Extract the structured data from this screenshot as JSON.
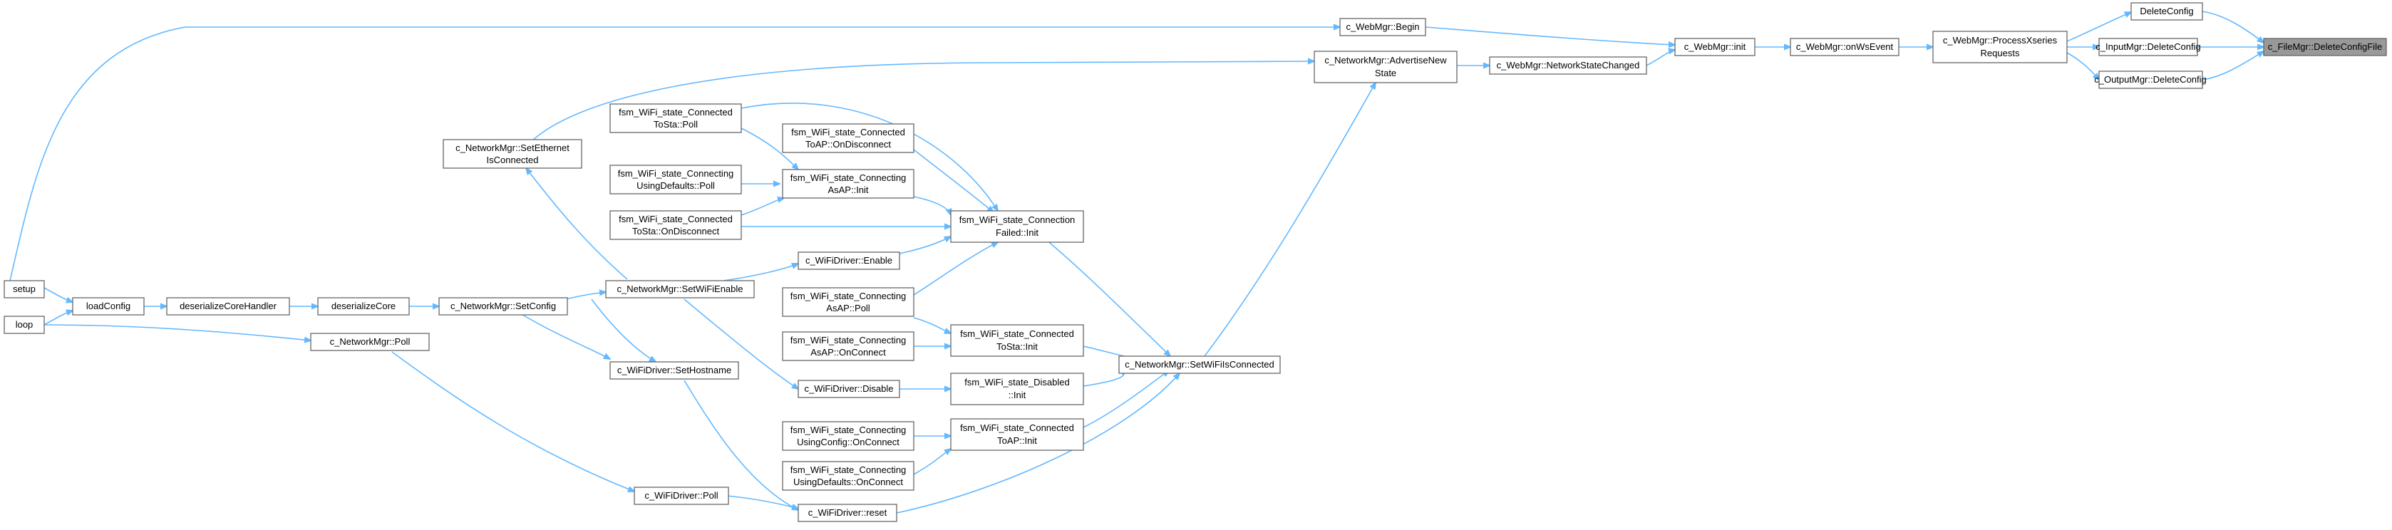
{
  "colors": {
    "edge": "#63b8ff",
    "node_fill": "#ffffff",
    "node_border": "#666666",
    "root_fill": "#999999"
  },
  "nodes": {
    "root": "c_FileMgr::DeleteConfigFile",
    "deleteconfig": "DeleteConfig",
    "inputmgr_delete": "c_InputMgr::DeleteConfig",
    "outputmgr_delete": "c_OutputMgr::DeleteConfig",
    "processxseries": [
      "c_WebMgr::ProcessXseries",
      "Requests"
    ],
    "onwsevent": "c_WebMgr::onWsEvent",
    "webmgr_init": "c_WebMgr::init",
    "webmgr_begin": "c_WebMgr::Begin",
    "networkstatechanged": "c_WebMgr::NetworkStateChanged",
    "advertisenewstate": [
      "c_NetworkMgr::AdvertiseNew",
      "State"
    ],
    "setwifiisconnected": "c_NetworkMgr::SetWiFiIsConnected",
    "connectionfailed_init": [
      "fsm_WiFi_state_Connection",
      "Failed::Init"
    ],
    "connectedtosta_init": [
      "fsm_WiFi_state_Connected",
      "ToSta::Init"
    ],
    "disabled_init": [
      "fsm_WiFi_state_Disabled",
      "::Init"
    ],
    "connectedtoap_init": [
      "fsm_WiFi_state_Connected",
      "ToAP::Init"
    ],
    "wifidriver_reset": "c_WiFiDriver::reset",
    "connectedtosta_poll": [
      "fsm_WiFi_state_Connected",
      "ToSta::Poll"
    ],
    "connectedtoap_ondisconnect": [
      "fsm_WiFi_state_Connected",
      "ToAP::OnDisconnect"
    ],
    "connectingasap_init": [
      "fsm_WiFi_state_Connecting",
      "AsAP::Init"
    ],
    "usingdefaults_poll": [
      "fsm_WiFi_state_Connecting",
      "UsingDefaults::Poll"
    ],
    "connectedtosta_ondisconnect": [
      "fsm_WiFi_state_Connected",
      "ToSta::OnDisconnect"
    ],
    "wifidriver_enable": "c_WiFiDriver::Enable",
    "connectingasap_poll": [
      "fsm_WiFi_state_Connecting",
      "AsAP::Poll"
    ],
    "connectingasap_onconnect": [
      "fsm_WiFi_state_Connecting",
      "AsAP::OnConnect"
    ],
    "wifidriver_disable": "c_WiFiDriver::Disable",
    "usingconfig_onconnect": [
      "fsm_WiFi_state_Connecting",
      "UsingConfig::OnConnect"
    ],
    "usingdefaults_onconnect": [
      "fsm_WiFi_state_Connecting",
      "UsingDefaults::OnConnect"
    ],
    "wifidriver_poll": "c_WiFiDriver::Poll",
    "setethernetisconnected": [
      "c_NetworkMgr::SetEthernet",
      "IsConnected"
    ],
    "setwifienable": "c_NetworkMgr::SetWiFiEnable",
    "wifidriver_sethostname": "c_WiFiDriver::SetHostname",
    "networkmgr_setconfig": "c_NetworkMgr::SetConfig",
    "deserializecore": "deserializeCore",
    "deserializecorehandler": "deserializeCoreHandler",
    "loadconfig": "loadConfig",
    "networkmgr_poll": "c_NetworkMgr::Poll",
    "setup": "setup",
    "loop": "loop"
  }
}
